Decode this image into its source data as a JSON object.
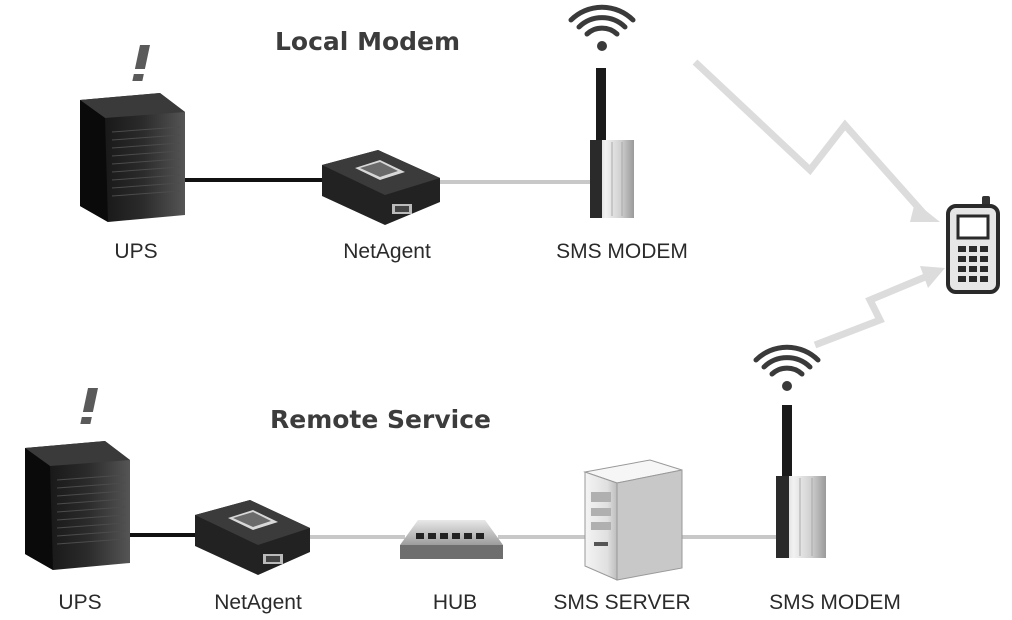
{
  "sections": {
    "local": {
      "title": "Local Modem",
      "labels": {
        "ups": "UPS",
        "netagent": "NetAgent",
        "modem": "SMS MODEM"
      }
    },
    "remote": {
      "title": "Remote Service",
      "labels": {
        "ups": "UPS",
        "netagent": "NetAgent",
        "hub": "HUB",
        "server": "SMS SERVER",
        "modem": "SMS MODEM"
      }
    }
  },
  "colors": {
    "device_dark": "#1e1e1e",
    "device_mid": "#4a4a4a",
    "cable_dark": "#111111",
    "cable_light": "#c8c8c8",
    "signal": "#d8d8d8",
    "alert": "#5a5a5a"
  },
  "icons": [
    "alert-icon",
    "wifi-signal-icon",
    "mobile-phone-icon",
    "lightning-signal-icon"
  ]
}
